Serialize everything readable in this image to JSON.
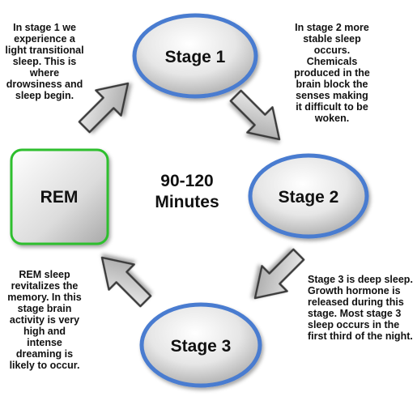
{
  "center": {
    "line1": "90-120",
    "line2": "Minutes"
  },
  "nodes": {
    "stage1": "Stage 1",
    "stage2": "Stage 2",
    "stage3": "Stage 3",
    "rem": "REM"
  },
  "descriptions": {
    "stage1": "In stage 1 we\nexperience a\nlight transitional\nsleep. This is\nwhere\ndrowsiness and\nsleep begin.",
    "stage2": "In stage 2 more\nstable sleep\noccurs.\nChemicals\nproduced in the\nbrain block the\nsenses making\nit difficult to be\nwoken.",
    "stage3": "Stage 3 is deep sleep.\nGrowth hormone is\nreleased during this\nstage. Most stage 3\nsleep occurs in the\nfirst third of the night.",
    "rem": "REM sleep\nrevitalizes the\nmemory. In this\nstage brain\nactivity is very\nhigh and\nintense\ndreaming is\nlikely to occur."
  },
  "colors": {
    "ellipse_border": "#4a7bd0",
    "rem_border": "#2fbf2f",
    "arrow_border": "#3a3a3a"
  }
}
